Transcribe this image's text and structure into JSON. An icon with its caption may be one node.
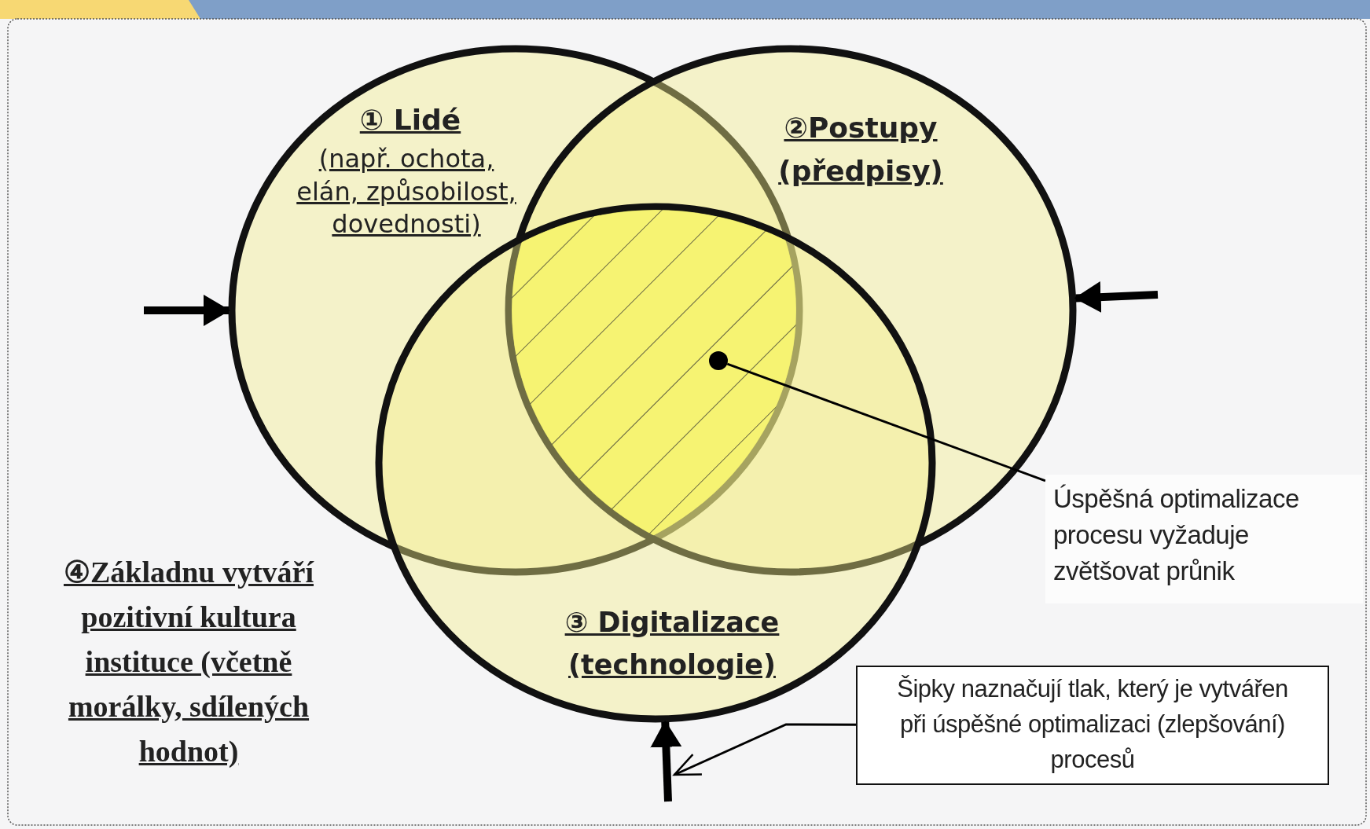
{
  "diagram": {
    "nodes": [
      {
        "text": [
          "① Lidé",
          "(např. ochota, elán, způsobilost, dovednosti)"
        ]
      },
      {
        "text": [
          "②Postupy",
          "(předpisy)"
        ]
      },
      {
        "text": [
          "③ Digitalizace",
          "(technologie)"
        ]
      },
      {
        "text": [],
        "shape": "circle"
      },
      {
        "text": [
          "Úspěšná optimalizace procesu vyžaduje zvětšovat průnik"
        ]
      },
      {
        "text": [
          "Šipky naznačují tlak, který je vytvářen při úspěšné optimalizaci (zlepšování) procesů"
        ]
      }
    ],
    "edges": [
      {
        "from": null,
        "to": 0,
        "arrow": "to"
      },
      {
        "from": null,
        "to": 1,
        "arrow": "to"
      },
      {
        "from": null,
        "to": 2,
        "arrow": "to"
      },
      {
        "from": 4,
        "to": 3,
        "arrow": "none"
      },
      {
        "from": 5,
        "to": null,
        "arrow": "to"
      }
    ],
    "labels": [
      "④Základnu vytváří pozitivní kultura instituce (včetně morálky, sdílených hodnot)"
    ]
  }
}
